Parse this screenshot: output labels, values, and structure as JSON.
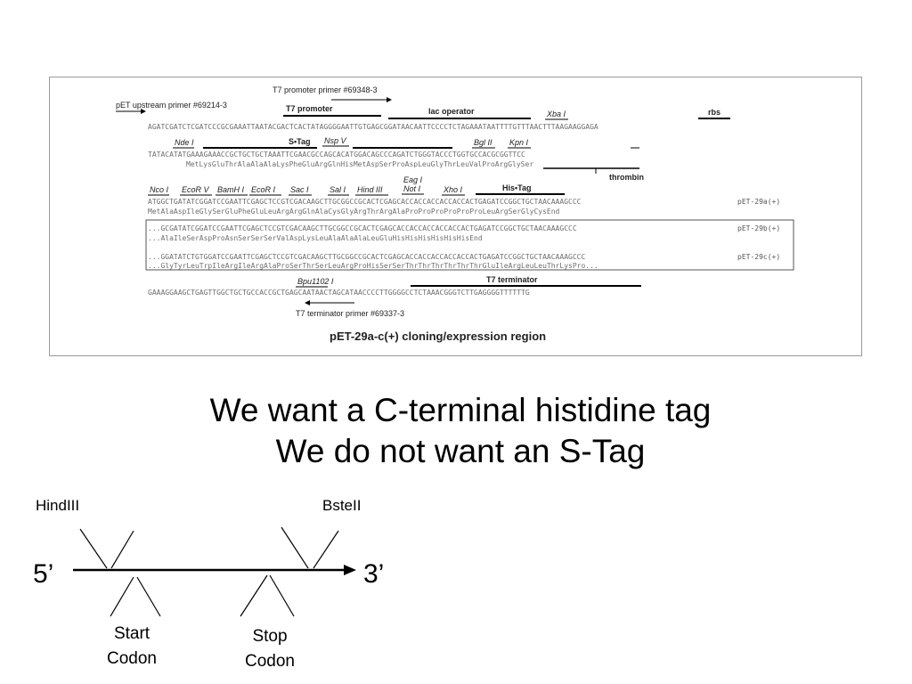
{
  "figure": {
    "primers": {
      "upstream": "pET upstream primer #69214-3",
      "t7_promoter": "T7 promoter primer #69348-3",
      "t7_terminator": "T7 terminator primer #69337-3"
    },
    "features": {
      "t7_promoter": "T7 promoter",
      "lac_operator": "lac operator",
      "xbai": "Xba I",
      "rbs": "rbs",
      "ndei": "Nde I",
      "stag": "S•Tag",
      "nspv": "Nsp V",
      "bglii": "Bgl II",
      "kpni": "Kpn I",
      "thrombin": "thrombin",
      "ncoi": "Nco I",
      "ecorv": "EcoR V",
      "bamhi": "BamH I",
      "ecori": "EcoR I",
      "saci": "Sac I",
      "sali": "Sal I",
      "hindiii": "Hind III",
      "eagi": "Eag I",
      "noti": "Not I",
      "xhoi": "Xho I",
      "histag": "His•Tag",
      "bpu1102i": "Bpu1102 I",
      "t7_terminator": "T7 terminator"
    },
    "sequences": {
      "line1": "AGATCGATCTCGATCCCGCGAAATTAATACGACTCACTATAGGGGAATTGTGAGCGGATAACAATTCCCCTCTAGAAATAATTTTGTTTAACTTTAAGAAGGAGA",
      "line2": "TATACATATGAAAGAAACCGCTGCTGCTAAATTCGAACGCCAGCACATGGACAGCCCAGATCTGGGTACCCTGGTGCCACGCGGTTCC",
      "line2_aa": "MetLysGluThrAlaAlaAlaLysPheGluArgGlnHisMetAspSerProAspLeuGlyThrLeuValProArgGlySer",
      "line3": "ATGGCTGATATCGGATCCGAATTCGAGCTCCGTCGACAAGCTTGCGGCCGCACTCGAGCACCACCACCACCACCACTGAGATCCGGCTGCTAACAAAGCCC",
      "line3_aa": "MetAlaAspIleGlySerGluPheGluLeuArgArgGlnAlaCysGlyArgThrArgAlaProProProProProProLeuArgSerGlyCysEnd",
      "line4": "...GCGATATCGGATCCGAATTCGAGCTCCGTCGACAAGCTTGCGGCCGCACTCGAGCACCACCACCACCACCACTGAGATCCGGCTGCTAACAAAGCCC",
      "line4_aa": "...AlaIleSerAspProAsnSerSerSerValAspLysLeuAlaAlaAlaLeuGluHisHisHisHisHisHisEnd",
      "line5": "...GGATATCTGTGGATCCGAATTCGAGCTCCGTCGACAAGCTTGCGGCCGCACTCGAGCACCACCACCACCACCACTGAGATCCGGCTGCTAACAAAGCCC",
      "line5_aa": "...GlyTyrLeuTrpIleArgIleArgAlaProSerThrSerLeuArgProHisSerSerThrThrThrThrThrThrGluIleArgLeuLeuThrLysPro...",
      "line6": "GAAAGGAAGCTGAGTTGGCTGCTGCCACCGCTGAGCAATAACTAGCATAACCCCTTGGGGCCTCTAAACGGGTCTTGAGGGGTTTTTTG"
    },
    "versions": {
      "a": "pET-29a(+)",
      "b": "pET-29b(+)",
      "c": "pET-29c(+)"
    },
    "caption": "pET-29a-c(+) cloning/expression region"
  },
  "headline": {
    "line1": "We want a C-terminal histidine tag",
    "line2": "We do not want an S-Tag"
  },
  "schematic": {
    "hindiii": "HindIII",
    "bsteii": "BsteII",
    "five_prime": "5’",
    "three_prime": "3’",
    "start_line1": "Start",
    "start_line2": "Codon",
    "stop_line1": "Stop",
    "stop_line2": "Codon"
  }
}
